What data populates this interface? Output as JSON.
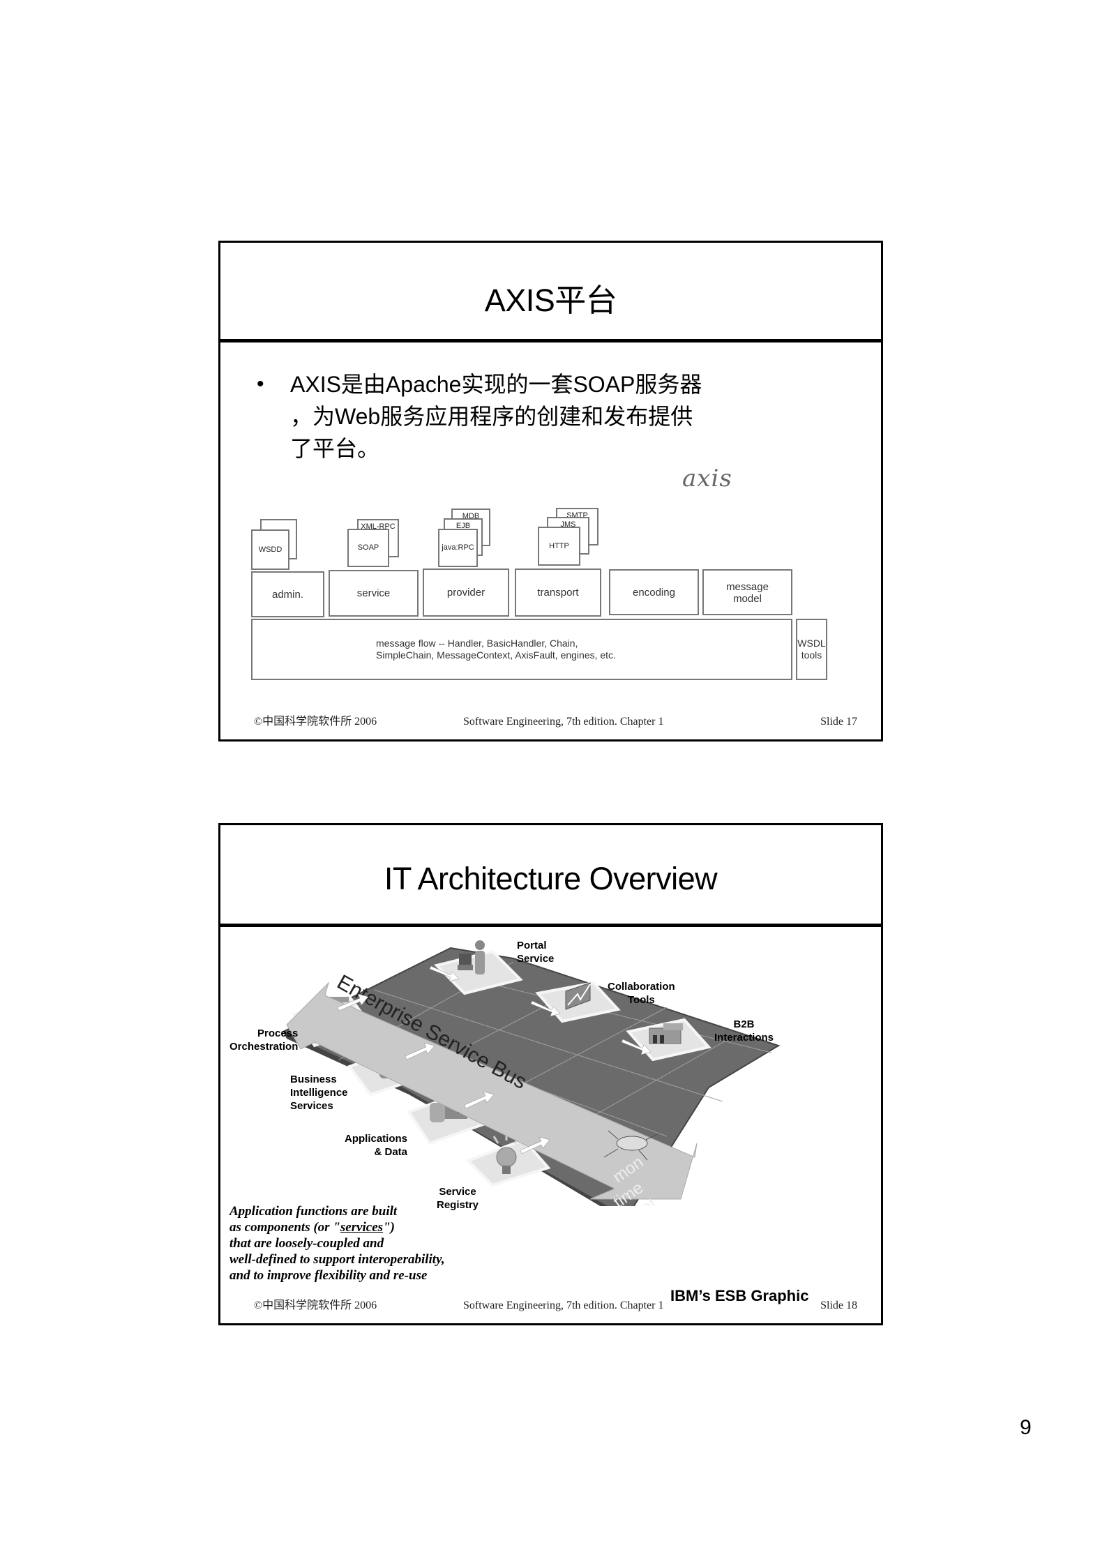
{
  "page": {
    "number": "9"
  },
  "slide1": {
    "title": "AXIS平台",
    "bullet": {
      "line1": "AXIS是由Apache实现的一套SOAP服务器",
      "line2": "，为Web服务应用程序的创建和发布提供",
      "line3": "了平台。"
    },
    "logo": "axis",
    "diagram": {
      "stacks": {
        "admin": [
          "WSDD"
        ],
        "service": [
          "SOAP",
          "XML-RPC"
        ],
        "provider": [
          "java:RPC",
          "EJB",
          "MDB"
        ],
        "transport": [
          "HTTP",
          "JMS",
          "SMTP"
        ]
      },
      "modules": [
        "admin.",
        "service",
        "provider",
        "transport",
        "encoding",
        "message\nmodel"
      ],
      "message_flow": {
        "line1": "message flow -- Handler, BasicHandler,  Chain,",
        "line2": "SimpleChain, MessageContext, AxisFault, engines, etc."
      },
      "wsdl_tools": "WSDL\ntools"
    },
    "footer": {
      "left": "©中国科学院软件所 2006",
      "mid": "Software Engineering, 7th edition. Chapter 1",
      "right": "Slide  17"
    }
  },
  "slide2": {
    "title": "IT Architecture Overview",
    "graphic": {
      "bus_label": "Enterprise Service Bus",
      "runtime_label": "Common Runtime Environment",
      "labels": {
        "portal": "Portal\nService",
        "collaboration": "Collaboration\nTools",
        "b2b": "B2B\nInteractions",
        "process": "Process\nOrchestration",
        "bi": "Business\nIntelligence\nServices",
        "apps": "Applications\n& Data",
        "registry": "Service\nRegistry"
      },
      "credit": "IBM’s ESB Graphic"
    },
    "caption": {
      "l1": "Application functions are built",
      "l2a": "as components (or \"",
      "l2u": "services",
      "l2b": "\")",
      "l3": "that are loosely-coupled and",
      "l4": "well-defined to support interoperability,",
      "l5": "and to improve flexibility and re-use"
    },
    "footer": {
      "left": "©中国科学院软件所 2006",
      "mid": "Software Engineering, 7th edition. Chapter 1",
      "right": "Slide  18"
    }
  }
}
